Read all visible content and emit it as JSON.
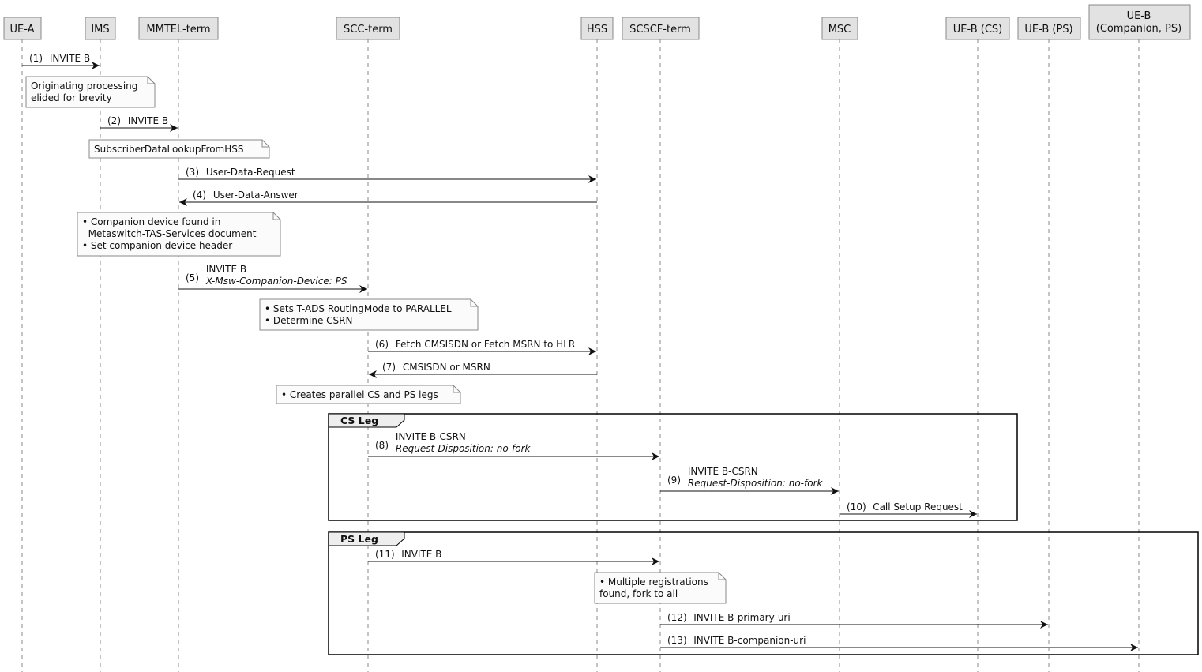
{
  "participants": [
    {
      "id": "uea",
      "label": [
        "UE-A"
      ]
    },
    {
      "id": "ims",
      "label": [
        "IMS"
      ]
    },
    {
      "id": "mmtel",
      "label": [
        "MMTEL-term"
      ]
    },
    {
      "id": "scc",
      "label": [
        "SCC-term"
      ]
    },
    {
      "id": "hss",
      "label": [
        "HSS"
      ]
    },
    {
      "id": "scscf",
      "label": [
        "SCSCF-term"
      ]
    },
    {
      "id": "msc",
      "label": [
        "MSC"
      ]
    },
    {
      "id": "uebcs",
      "label": [
        "UE-B (CS)"
      ]
    },
    {
      "id": "uebps",
      "label": [
        "UE-B (PS)"
      ]
    },
    {
      "id": "uebcomp",
      "label": [
        "UE-B",
        "(Companion, PS)"
      ]
    }
  ],
  "messages": [
    {
      "num": "(1)",
      "from": "uea",
      "to": "ims",
      "lines": [
        {
          "text": "INVITE B",
          "italic": false
        }
      ]
    },
    {
      "num": "(2)",
      "from": "ims",
      "to": "mmtel",
      "lines": [
        {
          "text": "INVITE B",
          "italic": false
        }
      ]
    },
    {
      "num": "(3)",
      "from": "mmtel",
      "to": "hss",
      "lines": [
        {
          "text": "User-Data-Request",
          "italic": false
        }
      ]
    },
    {
      "num": "(4)",
      "from": "hss",
      "to": "mmtel",
      "lines": [
        {
          "text": "User-Data-Answer",
          "italic": false
        }
      ]
    },
    {
      "num": "(5)",
      "from": "mmtel",
      "to": "scc",
      "lines": [
        {
          "text": "INVITE B",
          "italic": false
        },
        {
          "text": "X-Msw-Companion-Device: PS",
          "italic": true
        }
      ]
    },
    {
      "num": "(6)",
      "from": "scc",
      "to": "hss",
      "lines": [
        {
          "text": "Fetch CMSISDN or Fetch MSRN to HLR",
          "italic": false
        }
      ]
    },
    {
      "num": "(7)",
      "from": "hss",
      "to": "scc",
      "lines": [
        {
          "text": "CMSISDN or MSRN",
          "italic": false
        }
      ]
    },
    {
      "num": "(8)",
      "from": "scc",
      "to": "scscf",
      "lines": [
        {
          "text": "INVITE B-CSRN",
          "italic": false
        },
        {
          "text": "Request-Disposition: no-fork",
          "italic": true
        }
      ]
    },
    {
      "num": "(9)",
      "from": "scscf",
      "to": "msc",
      "lines": [
        {
          "text": "INVITE B-CSRN",
          "italic": false
        },
        {
          "text": "Request-Disposition: no-fork",
          "italic": true
        }
      ]
    },
    {
      "num": "(10)",
      "from": "msc",
      "to": "uebcs",
      "lines": [
        {
          "text": "Call Setup Request",
          "italic": false
        }
      ]
    },
    {
      "num": "(11)",
      "from": "scc",
      "to": "scscf",
      "lines": [
        {
          "text": "INVITE B",
          "italic": false
        }
      ]
    },
    {
      "num": "(12)",
      "from": "scscf",
      "to": "uebps",
      "lines": [
        {
          "text": "INVITE B-primary-uri",
          "italic": false
        }
      ]
    },
    {
      "num": "(13)",
      "from": "scscf",
      "to": "uebcomp",
      "lines": [
        {
          "text": "INVITE B-companion-uri",
          "italic": false
        }
      ]
    }
  ],
  "notes": [
    {
      "lines": [
        "Originating processing",
        "elided for brevity"
      ]
    },
    {
      "lines": [
        "SubscriberDataLookupFromHSS"
      ]
    },
    {
      "lines": [
        "• Companion device found in",
        "  Metaswitch-TAS-Services document",
        "• Set companion device header"
      ]
    },
    {
      "lines": [
        "• Sets T-ADS RoutingMode to PARALLEL",
        "• Determine CSRN"
      ]
    },
    {
      "lines": [
        "• Creates parallel CS and PS legs"
      ]
    },
    {
      "lines": [
        "• Multiple registrations",
        "found, fork to all"
      ]
    }
  ],
  "fragments": [
    {
      "label": "CS Leg"
    },
    {
      "label": "PS Leg"
    }
  ],
  "colors": {
    "participant_fill": "#e2e2e2",
    "participant_stroke": "#888888",
    "lifeline": "#888888",
    "note_fill": "#fbfbfb",
    "note_stroke": "#888888",
    "arrow": "#111111",
    "fragment_stroke": "#000000",
    "fragment_tab_fill": "#eeeeee"
  }
}
